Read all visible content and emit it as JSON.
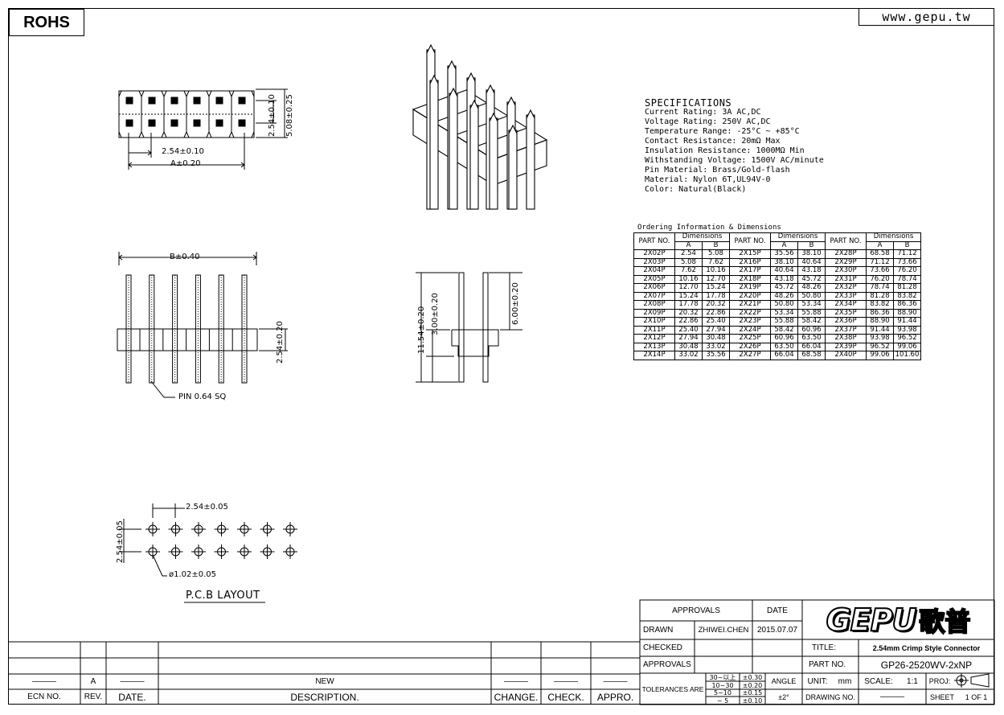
{
  "header": {
    "rohs": "ROHS",
    "website": "www.gepu.tw"
  },
  "specifications": {
    "title": "SPECIFICATIONS",
    "lines": [
      "Current  Rating:  3A  AC,DC",
      "Voltage  Rating:  250V  AC,DC",
      "Temperature  Range:  -25°C  ~  +85°C",
      "Contact  Resistance:  20mΩ  Max",
      "Insulation  Resistance:  1000MΩ  Min",
      "Withstanding  Voltage:  1500V  AC/minute",
      "Pin  Material:  Brass/Gold-flash",
      "Material:  Nylon  6T,UL94V-0",
      "Color:  Natural(Black)"
    ]
  },
  "ordering": {
    "caption": "Ordering  Information  &  Dimensions",
    "part_no_label": "PART  NO.",
    "dimensions_label": "Dimensions",
    "a_label": "A",
    "b_label": "B",
    "rows": [
      [
        "2X02P",
        "2.54",
        "5.08",
        "2X15P",
        "35.56",
        "38.10",
        "2X28P",
        "68.58",
        "71.12"
      ],
      [
        "2X03P",
        "5.08",
        "7.62",
        "2X16P",
        "38.10",
        "40.64",
        "2X29P",
        "71.12",
        "73.66"
      ],
      [
        "2X04P",
        "7.62",
        "10.16",
        "2X17P",
        "40.64",
        "43.18",
        "2X30P",
        "73.66",
        "76.20"
      ],
      [
        "2X05P",
        "10.16",
        "12.70",
        "2X18P",
        "43.18",
        "45.72",
        "2X31P",
        "76.20",
        "78.74"
      ],
      [
        "2X06P",
        "12.70",
        "15.24",
        "2X19P",
        "45.72",
        "48.26",
        "2X32P",
        "78.74",
        "81.28"
      ],
      [
        "2X07P",
        "15.24",
        "17.78",
        "2X20P",
        "48.26",
        "50.80",
        "2X33P",
        "81.28",
        "83.82"
      ],
      [
        "2X08P",
        "17.78",
        "20.32",
        "2X21P",
        "50.80",
        "53.34",
        "2X34P",
        "83.82",
        "86.36"
      ],
      [
        "2X09P",
        "20.32",
        "22.86",
        "2X22P",
        "53.34",
        "55.88",
        "2X35P",
        "86.36",
        "88.90"
      ],
      [
        "2X10P",
        "22.86",
        "25.40",
        "2X23P",
        "55.88",
        "58.42",
        "2X36P",
        "88.90",
        "91.44"
      ],
      [
        "2X11P",
        "25.40",
        "27.94",
        "2X24P",
        "58.42",
        "60.96",
        "2X37P",
        "91.44",
        "93.98"
      ],
      [
        "2X12P",
        "27.94",
        "30.48",
        "2X25P",
        "60.96",
        "63.50",
        "2X38P",
        "93.98",
        "96.52"
      ],
      [
        "2X13P",
        "30.48",
        "33.02",
        "2X26P",
        "63.50",
        "66.04",
        "2X39P",
        "96.52",
        "99.06"
      ],
      [
        "2X14P",
        "33.02",
        "35.56",
        "2X27P",
        "66.04",
        "68.58",
        "2X40P",
        "99.06",
        "101.60"
      ]
    ]
  },
  "dims": {
    "top_pitch": "2.54±0.10",
    "top_a": "A±0.20",
    "top_v1": "2.54±0.10",
    "top_v2": "5.08±0.25",
    "front_b": "B±0.40",
    "front_h": "2.54±0.20",
    "pin": "PIN  0.64  SQ",
    "side_total": "11.54±0.20",
    "side_low": "3.00±0.20",
    "side_up": "6.00±0.20",
    "pcb_pitch_h": "2.54±0.05",
    "pcb_pitch_v": "2.54±0.05",
    "pcb_hole": "ø1.02±0.05",
    "pcb_title": "P.C.B  LAYOUT"
  },
  "revision": {
    "ecn_value": "———",
    "rev_value": "A",
    "date_value": "———",
    "description_value": "NEW",
    "change_value": "———",
    "check_value": "———",
    "appro_value": "———",
    "ecn_label": "ECN  NO.",
    "rev_label": "REV.",
    "date_label": "DATE.",
    "description_label": "DESCRIPTION.",
    "change_label": "CHANGE.",
    "check_label": "CHECK.",
    "appro_label": "APPRO."
  },
  "titleblock": {
    "approvals_header": "APPROVALS",
    "date_header": "DATE",
    "drawn_label": "DRAWN",
    "drawn_name": "ZHIWEI.CHEN",
    "drawn_date": "2015.07.07",
    "checked_label": "CHECKED",
    "approvals_label": "APPROVALS",
    "tolerances_label": "TOLERANCES  ARE",
    "tol_ranges": [
      "30~以上",
      "10~30",
      "5~10",
      "~ 5"
    ],
    "tol_values": [
      "±0.30",
      "±0.20",
      "±0.15",
      "±0.10"
    ],
    "angle_label": "ANGLE",
    "angle_value": "±2°",
    "logo_latin": "GEPU",
    "logo_cjk": "歌普",
    "title_label": "TITLE:",
    "title_value": "2.54mm  Crimp  Style  Connector",
    "part_no_label": "PART  NO.",
    "part_no_value": "GP26-2520WV-2xNP",
    "unit_label": "UNIT:",
    "unit_value": "mm",
    "scale_label": "SCALE:",
    "scale_value": "1:1",
    "proj_label": "PROJ:",
    "drawing_no_label": "DRAWING  NO.",
    "drawing_no_value": "———",
    "sheet_label": "SHEET",
    "sheet_value": "1  OF  1"
  }
}
